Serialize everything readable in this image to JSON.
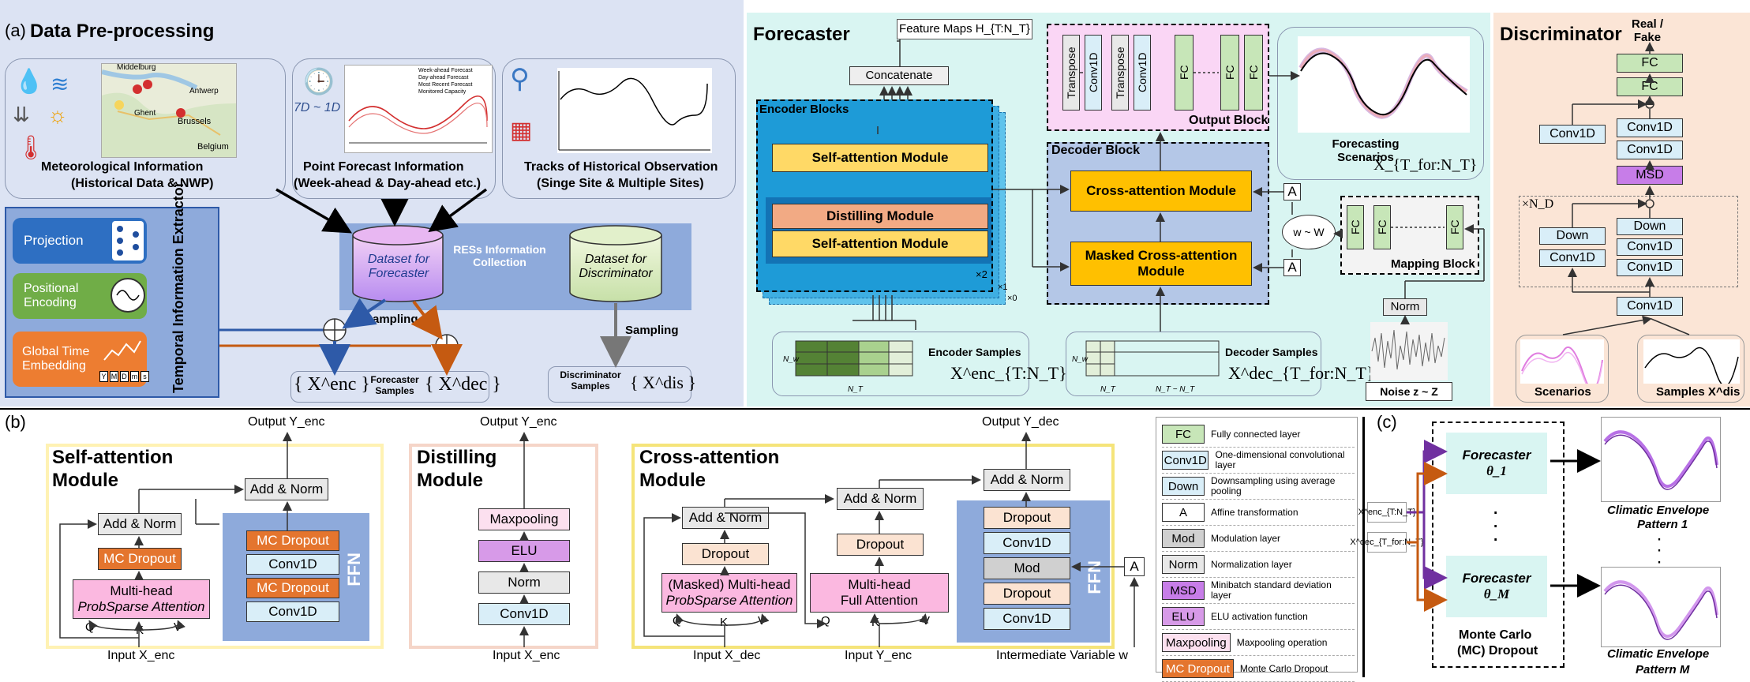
{
  "panel_a": {
    "tag": "(a)",
    "preproc_title": "Data Pre-processing",
    "meteo_title": "Meteorological Information",
    "meteo_sub": "(Historical Data & NWP)",
    "map_label_belgium": "Belgium",
    "map_label_antwerp": "Antwerp",
    "map_label_ghent": "Ghent",
    "map_label_brussels": "Brussels",
    "map_label_middelburg": "Middelburg",
    "point_title": "Point Forecast Information",
    "point_sub": "(Week-ahead & Day-ahead etc.)",
    "point_range": "7D ~ 1D",
    "point_legend": [
      "Week-ahead Forecast",
      "Day-ahead Forecast",
      "Most Recent Forecast",
      "Monitored Capacity"
    ],
    "tracks_title": "Tracks of Historical Observation",
    "tracks_sub": "(Singe Site & Multiple Sites)",
    "extractor_title": "Temporal Information Extractor",
    "projection": "Projection",
    "positional_encoding": "Positional Encoding",
    "global_time": "Global Time Embedding",
    "ymdms": [
      "Y",
      "M",
      "D",
      "m",
      "s"
    ],
    "res_info": "RESs Information Collection",
    "dataset_forecaster": "Dataset for Forecaster",
    "dataset_discriminator": "Dataset for Discriminator",
    "sampling1": "Sampling",
    "sampling2": "Sampling",
    "x_enc": "{ X^enc }",
    "x_dec": "{ X^dec }",
    "forecaster_samples": "Forecaster Samples",
    "discriminator_samples": "Discriminator Samples",
    "x_dis": "{ X^dis }",
    "forecaster_title": "Forecaster",
    "feature_maps": "Feature Maps H_{T:N_T}",
    "concatenate": "Concatenate",
    "encoder_blocks": "Encoder Blocks",
    "self_attention_module": "Self-attention Module",
    "distilling_module": "Distilling Module",
    "self_attention_module2": "Self-attention Module",
    "times2": "×2",
    "times1": "×1",
    "times0": "×0",
    "encoder_samples": "Encoder Samples",
    "x_enc_T": "X^enc_{T:N_T}",
    "decoder_block": "Decoder Block",
    "cross_attention_module": "Cross-attention Module",
    "masked_cross_attention_module": "Masked Cross-attention Module",
    "decoder_samples": "Decoder Samples",
    "x_dec_T": "X^dec_{T_for:N_T}",
    "output_block": "Output Block",
    "transpose": "Transpose",
    "conv1d": "Conv1D",
    "fc": "FC",
    "forecasting_scenarios": "Forecasting Scenarios",
    "x_scen": "X̂_{T_for:N_T}",
    "a_label": "A",
    "w_label": "w ~ W",
    "mapping_block": "Mapping Block",
    "norm": "Norm",
    "noise": "Noise z ~ Z",
    "n_tick": "N_w",
    "nt_tick": "N_T",
    "nr_tick": "N_T",
    "ntm_tick": "N_T − N_T",
    "discriminator_title": "Discriminator",
    "real_fake": "Real / Fake",
    "msd": "MSD",
    "down": "Down",
    "times_nd": "×N_D",
    "scenarios": "Scenarios",
    "samples_x_dis": "Samples X^dis"
  },
  "panel_b": {
    "tag": "(b)",
    "sa_title": "Self-attention Module",
    "output_y_enc": "Output Y_enc",
    "add_norm": "Add & Norm",
    "mc_dropout": "MC Dropout",
    "multihead_line1": "Multi-head",
    "multihead_line2": "ProbSparse Attention",
    "conv1d": "Conv1D",
    "ffn": "FFN",
    "q": "Q",
    "k": "K",
    "v": "V",
    "input_x_enc": "Input X_enc",
    "dist_title": "Distilling Module",
    "output_y_enc2": "Output Y_enc",
    "maxpooling": "Maxpooling",
    "elu": "ELU",
    "norm": "Norm",
    "input_x_enc2": "Input X_enc",
    "ca_title": "Cross-attention Module",
    "output_y_dec": "Output Y_dec",
    "dropout": "Dropout",
    "masked_mh_line1": "(Masked) Multi-head",
    "masked_mh_line2": "ProbSparse Attention",
    "full_mh_line1": "Multi-head",
    "full_mh_line2": "Full Attention",
    "mod": "Mod",
    "a_label": "A",
    "input_x_dec": "Input X_dec",
    "input_y_enc": "Input Y_enc",
    "intermediate": "Intermediate Variable w"
  },
  "legend": [
    {
      "key": "FC",
      "desc": "Fully connected layer",
      "color": "#c7e6b8"
    },
    {
      "key": "Conv1D",
      "desc": "One-dimensional convolutional layer",
      "color": "#d9eef8"
    },
    {
      "key": "Down",
      "desc": "Downsampling using average pooling",
      "color": "#d9eef8"
    },
    {
      "key": "A",
      "desc": "Affine transformation",
      "color": "#ffffff"
    },
    {
      "key": "Mod",
      "desc": "Modulation layer",
      "color": "#d0d0d0"
    },
    {
      "key": "Norm",
      "desc": "Normalization layer",
      "color": "#e8e8e8"
    },
    {
      "key": "MSD",
      "desc": "Minibatch standard deviation layer",
      "color": "#c77de8"
    },
    {
      "key": "ELU",
      "desc": "ELU activation function",
      "color": "#d79ae8"
    },
    {
      "key": "Maxpooling",
      "desc": "Maxpooling operation",
      "color": "#fce0ef"
    },
    {
      "key": "MC Dropout",
      "desc": "Monte Carlo Dropout",
      "color": "#e4752e"
    }
  ],
  "panel_c": {
    "tag": "(c)",
    "forecaster1": "Forecaster",
    "theta1": "θ_1",
    "forecaster2": "Forecaster",
    "thetaM": "θ_M",
    "xenc": "X^enc_{T:N_T}",
    "xdec": "X^dec_{T_for:N_T}",
    "mc_line1": "Monte Carlo",
    "mc_line2": "(MC) Dropout",
    "pattern1_line1": "Climatic Envelope",
    "pattern1_line2": "Pattern 1",
    "patternM_line1": "Climatic Envelope",
    "patternM_line2": "Pattern M"
  },
  "colors": {
    "preproc_bg": "#dce3f3",
    "forecaster_bg": "#d9f5f2",
    "discriminator_bg": "#fbe5d6",
    "encoder_blue": "#1e9bd7",
    "decoder_bg": "#b4c7e7",
    "output_bg": "#fad6f5",
    "arrow_blue": "#2e5aa8",
    "arrow_orange": "#c55a11",
    "arrow_purple": "#7030a0"
  }
}
